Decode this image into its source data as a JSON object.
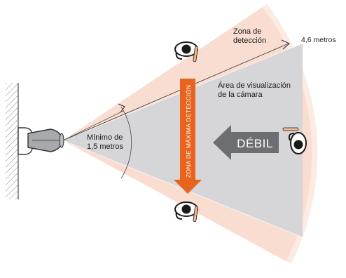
{
  "labels": {
    "detection_zone_line1": "Zona de",
    "detection_zone_line2": "detección",
    "max_distance": "4,6 metros",
    "camera_area_line1": "Área de visualización",
    "camera_area_line2": "de la cámara",
    "min_distance_line1": "Mínimo de",
    "min_distance_line2": "1,5 metros",
    "max_detection_zone": "ZONA DE MÁXIMA DETECCIÓN",
    "weak": "DÉBIL"
  },
  "colors": {
    "detection_fill": "#f9ddd0",
    "camera_fill": "#d6d6d8",
    "max_arrow": "#e8641e",
    "weak_arrow": "#6d6e71",
    "camera_body": "#a7a9ac"
  },
  "icons": [
    "wall-icon",
    "camera-icon",
    "person-icon",
    "arrow-icon"
  ]
}
